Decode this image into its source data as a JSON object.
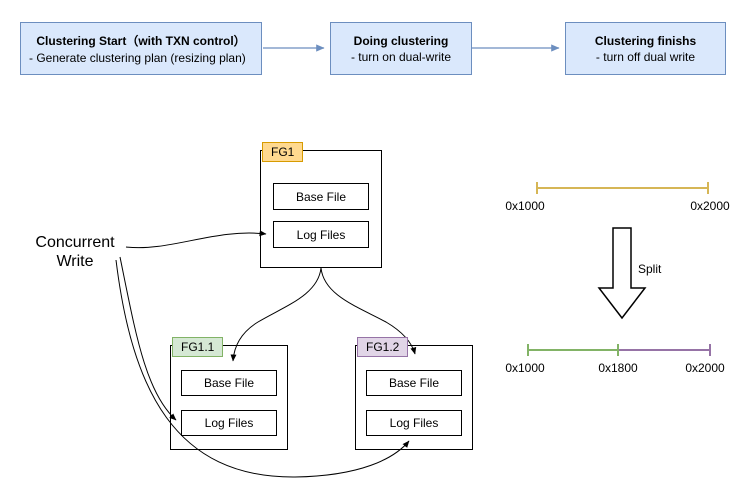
{
  "flow": {
    "steps": [
      {
        "title": "Clustering Start（with TXN control）",
        "desc": "- Generate clustering plan (resizing plan)"
      },
      {
        "title": "Doing clustering",
        "desc": "- turn on dual-write"
      },
      {
        "title": "Clustering finishs",
        "desc": "- turn off dual write"
      }
    ]
  },
  "annotation": {
    "concurrent_write": "Concurrent Write"
  },
  "file_groups": [
    {
      "label": "FG1",
      "files": [
        "Base File",
        "Log Files"
      ]
    },
    {
      "label": "FG1.1",
      "files": [
        "Base File",
        "Log Files"
      ]
    },
    {
      "label": "FG1.2",
      "files": [
        "Base File",
        "Log Files"
      ]
    }
  ],
  "key_ranges": {
    "before": {
      "start_label": "0x1000",
      "end_label": "0x2000"
    },
    "split_label": "Split",
    "after": {
      "start_label": "0x1000",
      "mid_label": "0x1800",
      "end_label": "0x2000"
    }
  },
  "colors": {
    "flow_fill": "#dae8fc",
    "flow_border": "#6c8ebf",
    "fg1_fill": "#ffd98f",
    "fg1_border": "#d79b00",
    "fg11_fill": "#d5e8d4",
    "fg11_border": "#82b366",
    "fg12_fill": "#e1d5e7",
    "fg12_border": "#9673a6",
    "range_before": "#d6b656",
    "range_after_left": "#82b366",
    "range_after_right": "#9673a6",
    "arrow_black": "#000000"
  }
}
